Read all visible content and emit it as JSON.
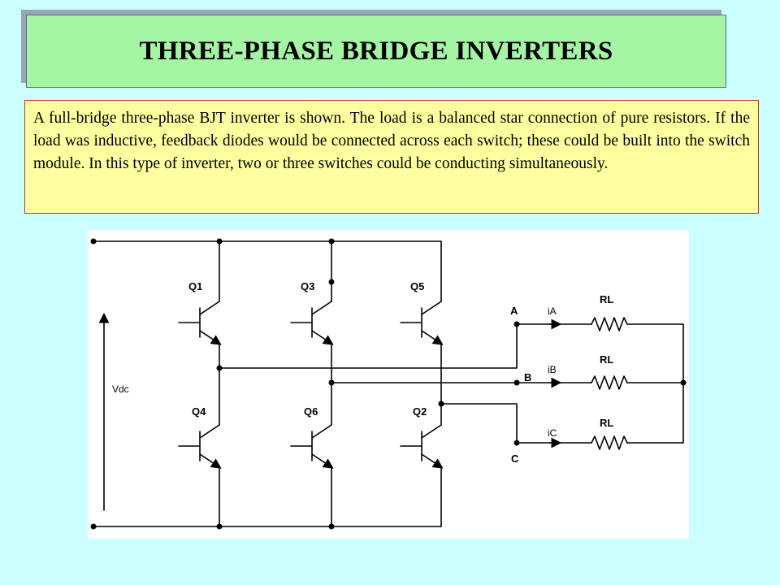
{
  "slide": {
    "title": "THREE-PHASE BRIDGE INVERTERS",
    "description": "A full-bridge three-phase BJT inverter is shown. The load is a balanced star connection of pure resistors. If the load was inductive, feedback diodes would be connected across each switch; these could be built into the switch module. In this type of inverter, two or three switches could be conducting simultaneously."
  },
  "diagram": {
    "supply_label": "Vdc",
    "transistors": [
      {
        "id": "q1",
        "label": "Q1"
      },
      {
        "id": "q3",
        "label": "Q3"
      },
      {
        "id": "q5",
        "label": "Q5"
      },
      {
        "id": "q4",
        "label": "Q4"
      },
      {
        "id": "q6",
        "label": "Q6"
      },
      {
        "id": "q2",
        "label": "Q2"
      }
    ],
    "phases": [
      {
        "node": "A",
        "current": "iA",
        "resistor": "RL"
      },
      {
        "node": "B",
        "current": "iB",
        "resistor": "RL"
      },
      {
        "node": "C",
        "current": "iC",
        "resistor": "RL"
      }
    ]
  }
}
